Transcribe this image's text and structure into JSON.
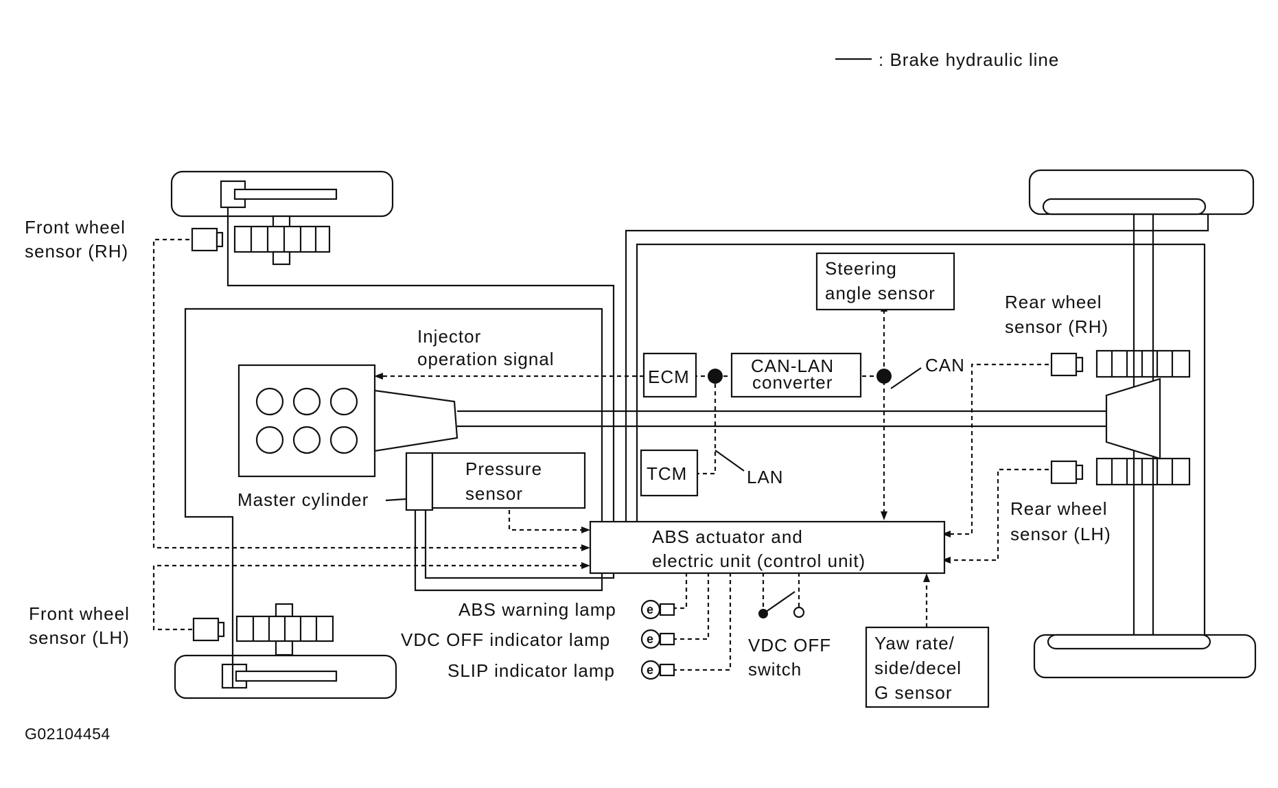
{
  "legend": {
    "hydraulic_line": ": Brake hydraulic line"
  },
  "labels": {
    "front_rh_1": "Front wheel",
    "front_rh_2": "sensor (RH)",
    "front_lh_1": "Front wheel",
    "front_lh_2": "sensor (LH)",
    "rear_rh_1": "Rear wheel",
    "rear_rh_2": "sensor (RH)",
    "rear_lh_1": "Rear wheel",
    "rear_lh_2": "sensor (LH)",
    "steering_1": "Steering",
    "steering_2": "angle sensor",
    "injector_1": "Injector",
    "injector_2": "operation signal",
    "ecm": "ECM",
    "can_lan_1": "CAN-LAN",
    "can_lan_2": "converter",
    "can": "CAN",
    "tcm": "TCM",
    "lan": "LAN",
    "pressure_1": "Pressure",
    "pressure_2": "sensor",
    "master_cylinder": "Master cylinder",
    "abs_1": "ABS actuator and",
    "abs_2": "electric unit (control unit)",
    "abs_warning": "ABS warning lamp",
    "vdc_off_indicator": "VDC OFF indicator lamp",
    "slip_indicator": "SLIP indicator lamp",
    "vdc_switch_1": "VDC OFF",
    "vdc_switch_2": "switch",
    "yaw_1": "Yaw rate/",
    "yaw_2": "side/decel",
    "yaw_3": "G sensor",
    "lamp_symbol": "e",
    "figure_id": "G02104454"
  }
}
